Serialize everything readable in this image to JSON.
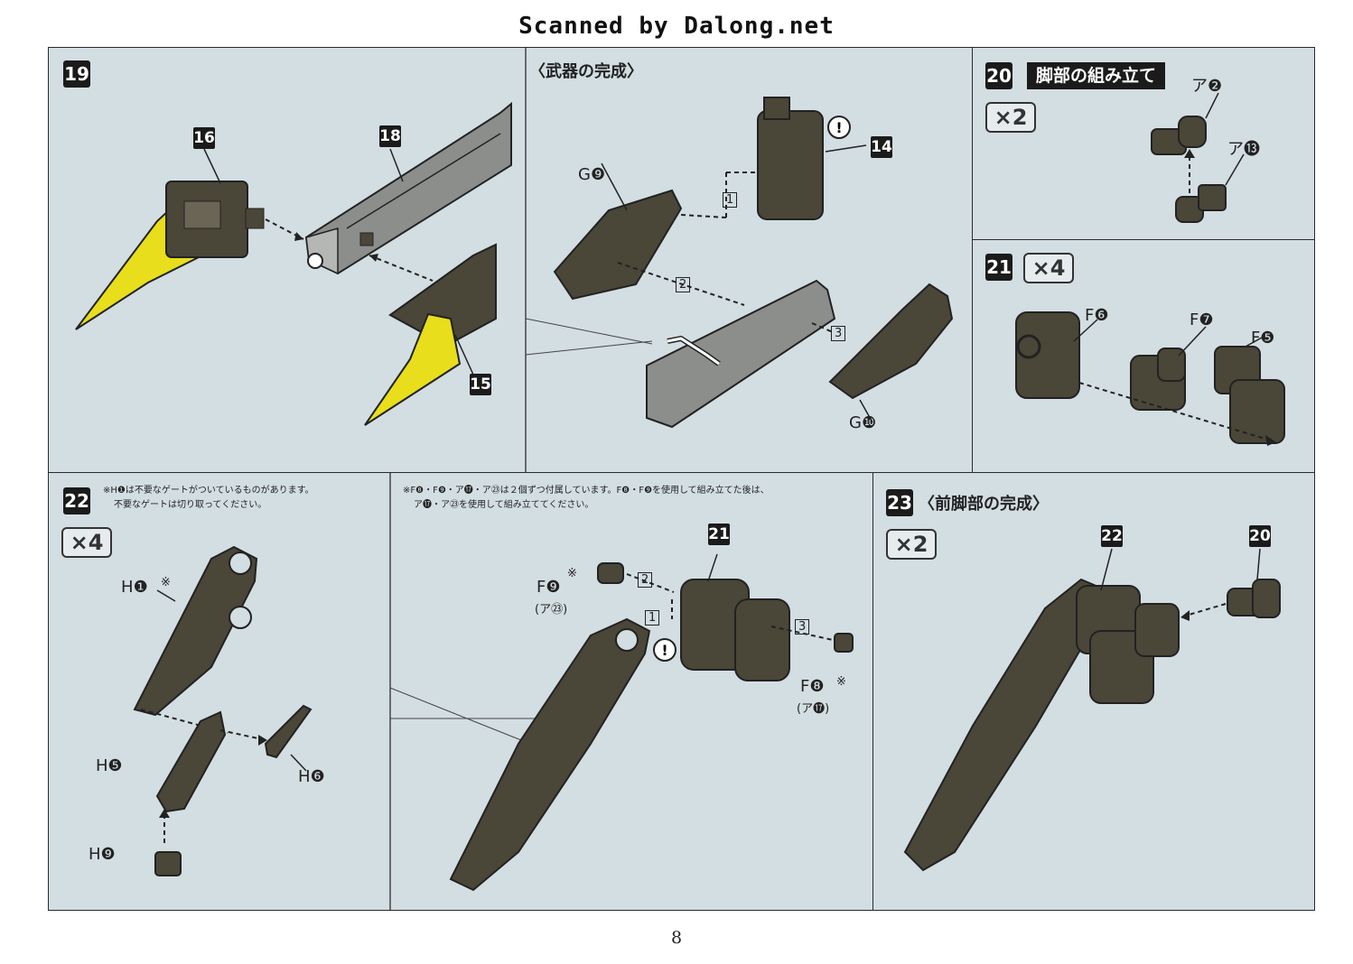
{
  "watermark": "Scanned by Dalong.net",
  "page_number": "8",
  "colors": {
    "panel_bg": "#d3dee2",
    "part_dark": "#4a4638",
    "part_yellow": "#e8de1c",
    "part_gray": "#8c8e8c"
  },
  "step19": {
    "number": "19",
    "subtitle": "〈武器の完成〉",
    "parts": {
      "p16": "16",
      "p18": "18",
      "p15": "15",
      "p14": "14"
    },
    "labels": {
      "g9": "G❾",
      "g10": "G❿"
    },
    "seq": {
      "s1": "1",
      "s2": "2",
      "s3": "3"
    }
  },
  "step20": {
    "number": "20",
    "title": "脚部の組み立て",
    "mult": "×2",
    "labels": {
      "a2": "ア❷",
      "a13": "ア⓭"
    }
  },
  "step21": {
    "number": "21",
    "mult": "×4",
    "labels": {
      "f6": "F❻",
      "f7": "F❼",
      "f5": "F❺"
    }
  },
  "step22": {
    "number": "22",
    "mult": "×4",
    "note_left": [
      "※H❶は不要なゲートがついているものがあります。",
      "不要なゲートは切り取ってください。"
    ],
    "note_right": [
      "※F❽・F❾・ア⓱・ア㉓は２個ずつ付属しています。F❽・F❾を使用して組み立てた後は、",
      "ア⓱・ア㉓を使用して組み立ててください。"
    ],
    "labels": {
      "h1": "H❶",
      "h5": "H❺",
      "h6": "H❻",
      "h9": "H❾",
      "f9": "F❾",
      "f8": "F❽",
      "a23": "(ア㉓)",
      "a17": "(ア⓱)"
    },
    "mark": "※",
    "parts": {
      "p21": "21"
    },
    "seq": {
      "s1": "1",
      "s2": "2",
      "s3": "3"
    }
  },
  "step23": {
    "number": "23",
    "subtitle": "〈前脚部の完成〉",
    "mult": "×2",
    "parts": {
      "p22": "22",
      "p20": "20"
    }
  }
}
